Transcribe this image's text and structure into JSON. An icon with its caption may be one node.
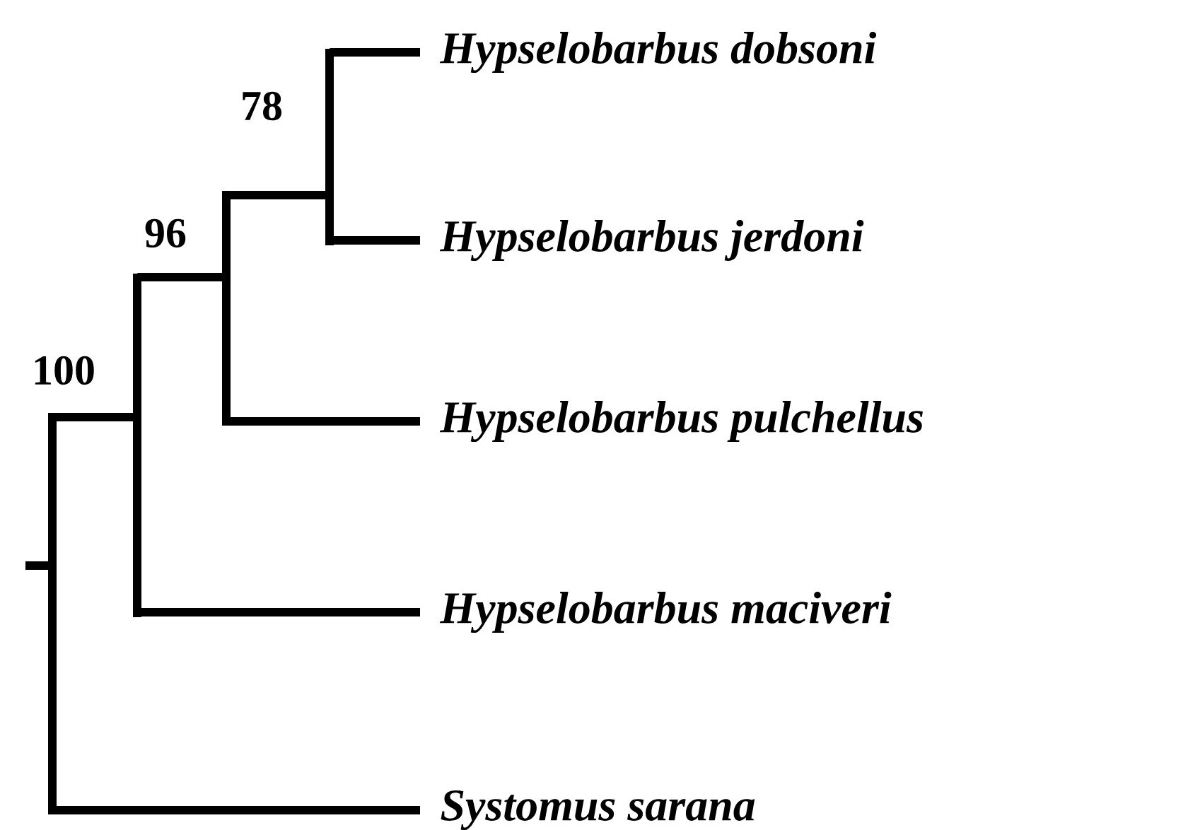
{
  "diagram": {
    "nodes": [
      {
        "text": [],
        "shape": "bar",
        "beside": [
          "100"
        ]
      },
      {
        "text": [],
        "shape": "bar",
        "beside": [
          "96"
        ]
      },
      {
        "text": [],
        "shape": "bar",
        "beside": [
          "78"
        ]
      },
      {
        "text": [],
        "shape": "bar"
      },
      {
        "text": [
          "Hypselobarbus dobsoni"
        ]
      },
      {
        "text": [
          "Hypselobarbus jerdoni"
        ]
      },
      {
        "text": [
          "Hypselobarbus pulchellus"
        ]
      },
      {
        "text": [
          "Hypselobarbus maciveri"
        ]
      },
      {
        "text": [
          "Systomus sarana"
        ]
      }
    ],
    "edges": [
      {
        "from": null,
        "to": 0,
        "arrow": "none"
      },
      {
        "from": 0,
        "to": 1,
        "arrow": "none"
      },
      {
        "from": 0,
        "to": 8,
        "arrow": "none"
      },
      {
        "from": 1,
        "to": 2,
        "arrow": "none"
      },
      {
        "from": 1,
        "to": 7,
        "arrow": "none"
      },
      {
        "from": 2,
        "to": 3,
        "arrow": "none"
      },
      {
        "from": 2,
        "to": 6,
        "arrow": "none"
      },
      {
        "from": 3,
        "to": 4,
        "arrow": "none"
      },
      {
        "from": 3,
        "to": 5,
        "arrow": "none"
      }
    ]
  }
}
